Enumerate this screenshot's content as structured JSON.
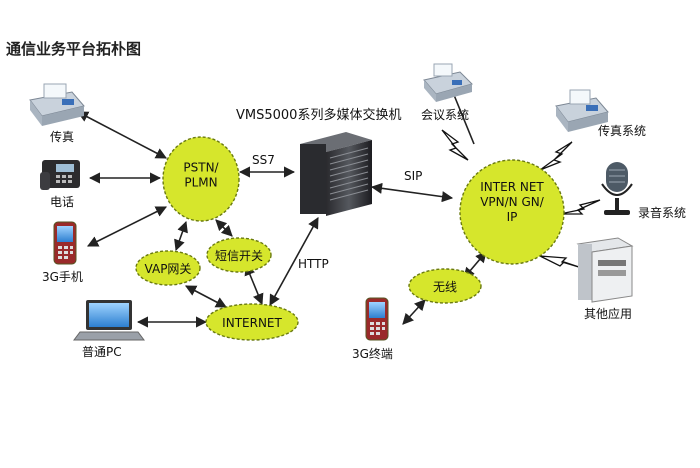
{
  "title": "通信业务平台拓朴图",
  "switch_label": "VMS5000系列多媒体交换机",
  "nodes": {
    "pstn": "PSTN/\nPLMN",
    "vap": "VAP网关",
    "sms": "短信开关",
    "internet": "INTERNET",
    "wireless": "无线",
    "internet_vpn": "INTER NET\nVPN/N GN/\nIP"
  },
  "devices": {
    "fax_left": "传真",
    "phone": "电话",
    "mobile_3g": "3G手机",
    "pc": "普通PC",
    "conference": "会议系统",
    "fax_right": "传真系统",
    "recording": "录音系统",
    "other_apps": "其他应用",
    "terminal_3g": "3G终端"
  },
  "links": {
    "ss7": "SS7",
    "sip": "SIP",
    "http": "HTTP"
  },
  "colors": {
    "node_fill": "#d6e62c",
    "node_border": "#6a7a10",
    "line": "#222222"
  }
}
